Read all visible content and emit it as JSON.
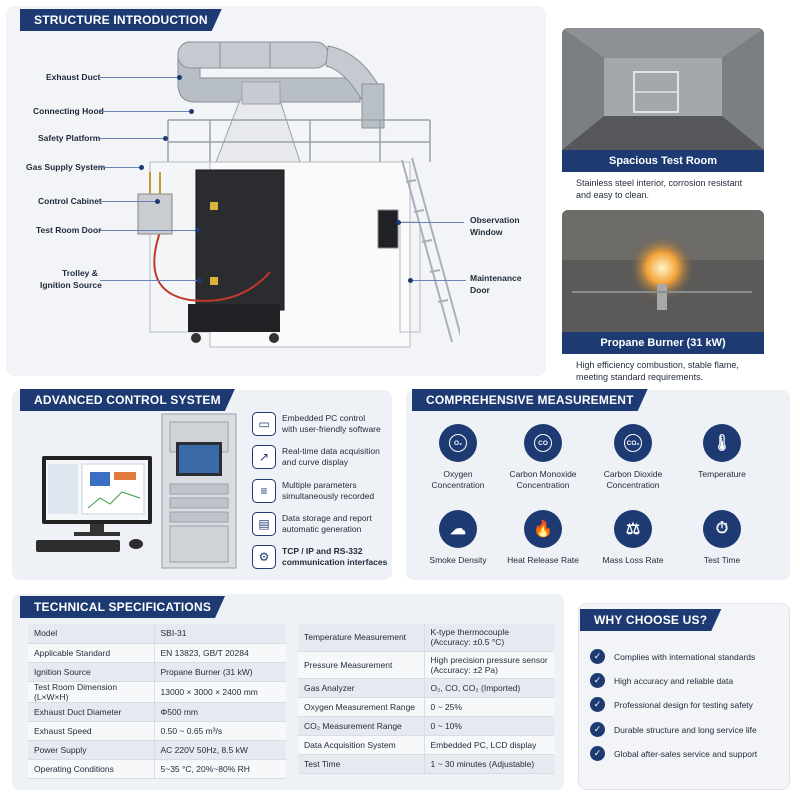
{
  "structure": {
    "title": "STRUCTURE INTRODUCTION",
    "labels": {
      "exhaust_duct": "Exhaust Duct",
      "connecting_hood": "Connecting Hood",
      "safety_platform": "Safety Platform",
      "gas_supply": "Gas Supply System",
      "control_cabinet": "Control Cabinet",
      "test_room_door": "Test Room Door",
      "trolley_1": "Trolley &",
      "trolley_2": "Ignition Source",
      "observation_1": "Observation",
      "observation_2": "Window",
      "maintenance_1": "Maintenance",
      "maintenance_2": "Door"
    }
  },
  "photos": [
    {
      "title": "Spacious Test Room",
      "desc1": "Stainless steel interior, corrosion resistant",
      "desc2": "and easy to clean."
    },
    {
      "title": "Propane Burner (31 kW)",
      "desc1": "High efficiency combustion, stable flame,",
      "desc2": "meeting standard requirements."
    }
  ],
  "control": {
    "title": "ADVANCED CONTROL SYSTEM",
    "features": [
      {
        "l1": "Embedded PC control",
        "l2": "with user-friendly software",
        "icon": "monitor-icon"
      },
      {
        "l1": "Real-time data acquisition",
        "l2": "and curve display",
        "icon": "chart-icon"
      },
      {
        "l1": "Multiple parameters",
        "l2": "simultaneously recorded",
        "icon": "database-icon"
      },
      {
        "l1": "Data storage and report",
        "l2": "automatic generation",
        "icon": "document-icon"
      },
      {
        "l1": "TCP / IP and RS-332",
        "l2": "communication interfaces",
        "icon": "network-icon"
      }
    ]
  },
  "measurement": {
    "title": "COMPREHENSIVE MEASUREMENT",
    "items": [
      {
        "l1": "Oxygen",
        "l2": "Concentration",
        "glyph": "O₂",
        "icon": "oxygen-icon"
      },
      {
        "l1": "Carbon Monoxide",
        "l2": "Concentration",
        "glyph": "CO",
        "icon": "co-icon"
      },
      {
        "l1": "Carbon Dioxide",
        "l2": "Concentration",
        "glyph": "CO₂",
        "icon": "co2-icon"
      },
      {
        "l1": "Temperature",
        "l2": "",
        "glyph": "🌡",
        "icon": "thermometer-icon"
      },
      {
        "l1": "Smoke Density",
        "l2": "",
        "glyph": "☁",
        "icon": "smoke-icon"
      },
      {
        "l1": "Heat Release Rate",
        "l2": "",
        "glyph": "🔥",
        "icon": "flame-icon"
      },
      {
        "l1": "Mass Loss Rate",
        "l2": "",
        "glyph": "⚖",
        "icon": "weight-icon"
      },
      {
        "l1": "Test Time",
        "l2": "",
        "glyph": "⏱",
        "icon": "stopwatch-icon"
      }
    ]
  },
  "specs": {
    "title": "TECHNICAL SPECIFICATIONS",
    "left": [
      {
        "k": "Model",
        "v": "SBI-31"
      },
      {
        "k": "Applicable Standard",
        "v": "EN 13823, GB/T 20284"
      },
      {
        "k": "Ignition Source",
        "v": "Propane Burner (31 kW)"
      },
      {
        "k": "Test Room Dimension (L×W×H)",
        "v": "13000 × 3000 × 2400 mm"
      },
      {
        "k": "Exhaust Duct Diameter",
        "v": "Φ500 mm"
      },
      {
        "k": "Exhaust Speed",
        "v": "0.50 ~ 0.65 m³/s"
      },
      {
        "k": "Power Supply",
        "v": "AC 220V 50Hz, 8.5 kW"
      },
      {
        "k": "Operating Conditions",
        "v": "5~35 °C, 20%~80% RH"
      }
    ],
    "right": [
      {
        "k": "Temperature Measurement",
        "v": "K-type thermocouple",
        "v2": "(Accuracy: ±0.5 °C)"
      },
      {
        "k": "Pressure Measurement",
        "v": "High precision pressure sensor",
        "v2": "(Accuracy: ±2 Pa)"
      },
      {
        "k": "Gas Analyzer",
        "v": "O₂, CO, CO₂ (Imported)",
        "v2": ""
      },
      {
        "k": "Oxygen Measurement Range",
        "v": "0 ~ 25%",
        "v2": ""
      },
      {
        "k": "CO₂ Measurement Range",
        "v": "0 ~ 10%",
        "v2": ""
      },
      {
        "k": "Data Acquisition System",
        "v": "Embedded PC, LCD display",
        "v2": ""
      },
      {
        "k": "Test Time",
        "v": "1 ~ 30 minutes (Adjustable)",
        "v2": ""
      }
    ]
  },
  "why": {
    "title": "WHY CHOOSE US?",
    "items": [
      "Complies with international standards",
      "High accuracy and reliable data",
      "Professional design for testing safety",
      "Durable structure and long service life",
      "Global after-sales service and support"
    ]
  }
}
